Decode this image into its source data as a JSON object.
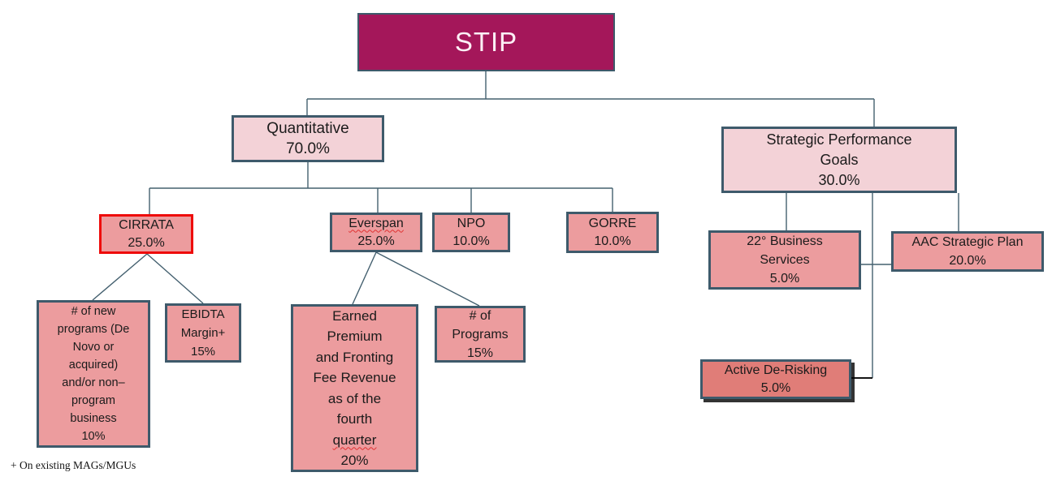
{
  "colors": {
    "magenta": "#A4175A",
    "pale_pink": "#F3D2D7",
    "mid_pink": "#EC9C9E",
    "salmon": "#E07D78",
    "border_slate": "#3E5A6B",
    "highlight_red": "#EE0B0A",
    "text_dark": "#1B1B1B",
    "stip_text": "#FCEFF5",
    "connector": "#44606F",
    "squiggle_red": "#E03131"
  },
  "nodes": {
    "stip": {
      "label": "STIP"
    },
    "quantitative": {
      "label": "Quantitative",
      "value": "70.0%"
    },
    "strategic": {
      "label": "Strategic Performance\nGoals",
      "value": "30.0%"
    },
    "cirrata": {
      "label": "CIRRATA",
      "value": "25.0%"
    },
    "everspan": {
      "label": "Everspan",
      "value": "25.0%"
    },
    "npo": {
      "label": "NPO",
      "value": "10.0%"
    },
    "gorre": {
      "label": "GORRE",
      "value": "10.0%"
    },
    "business22": {
      "label": "22° Business\nServices",
      "value": "5.0%"
    },
    "aac": {
      "label": "AAC Strategic Plan",
      "value": "20.0%"
    },
    "new_programs": {
      "label": "# of new\nprograms (De\nNovo or\nacquired)\nand/or non–\nprogram\nbusiness",
      "value": "10%"
    },
    "ebidta": {
      "label": "EBIDTA\nMargin+",
      "value": "15%"
    },
    "earned_premium": {
      "label": "Earned\nPremium\nand Fronting\nFee Revenue\nas of the\nfourth",
      "misspelled_word": "quarter",
      "value": "20%"
    },
    "num_programs": {
      "label": "# of\nPrograms",
      "value": "15%"
    },
    "de_risking": {
      "label": "Active De-Risking",
      "value": "5.0%"
    }
  },
  "footnote": "+ On existing MAGs/MGUs"
}
